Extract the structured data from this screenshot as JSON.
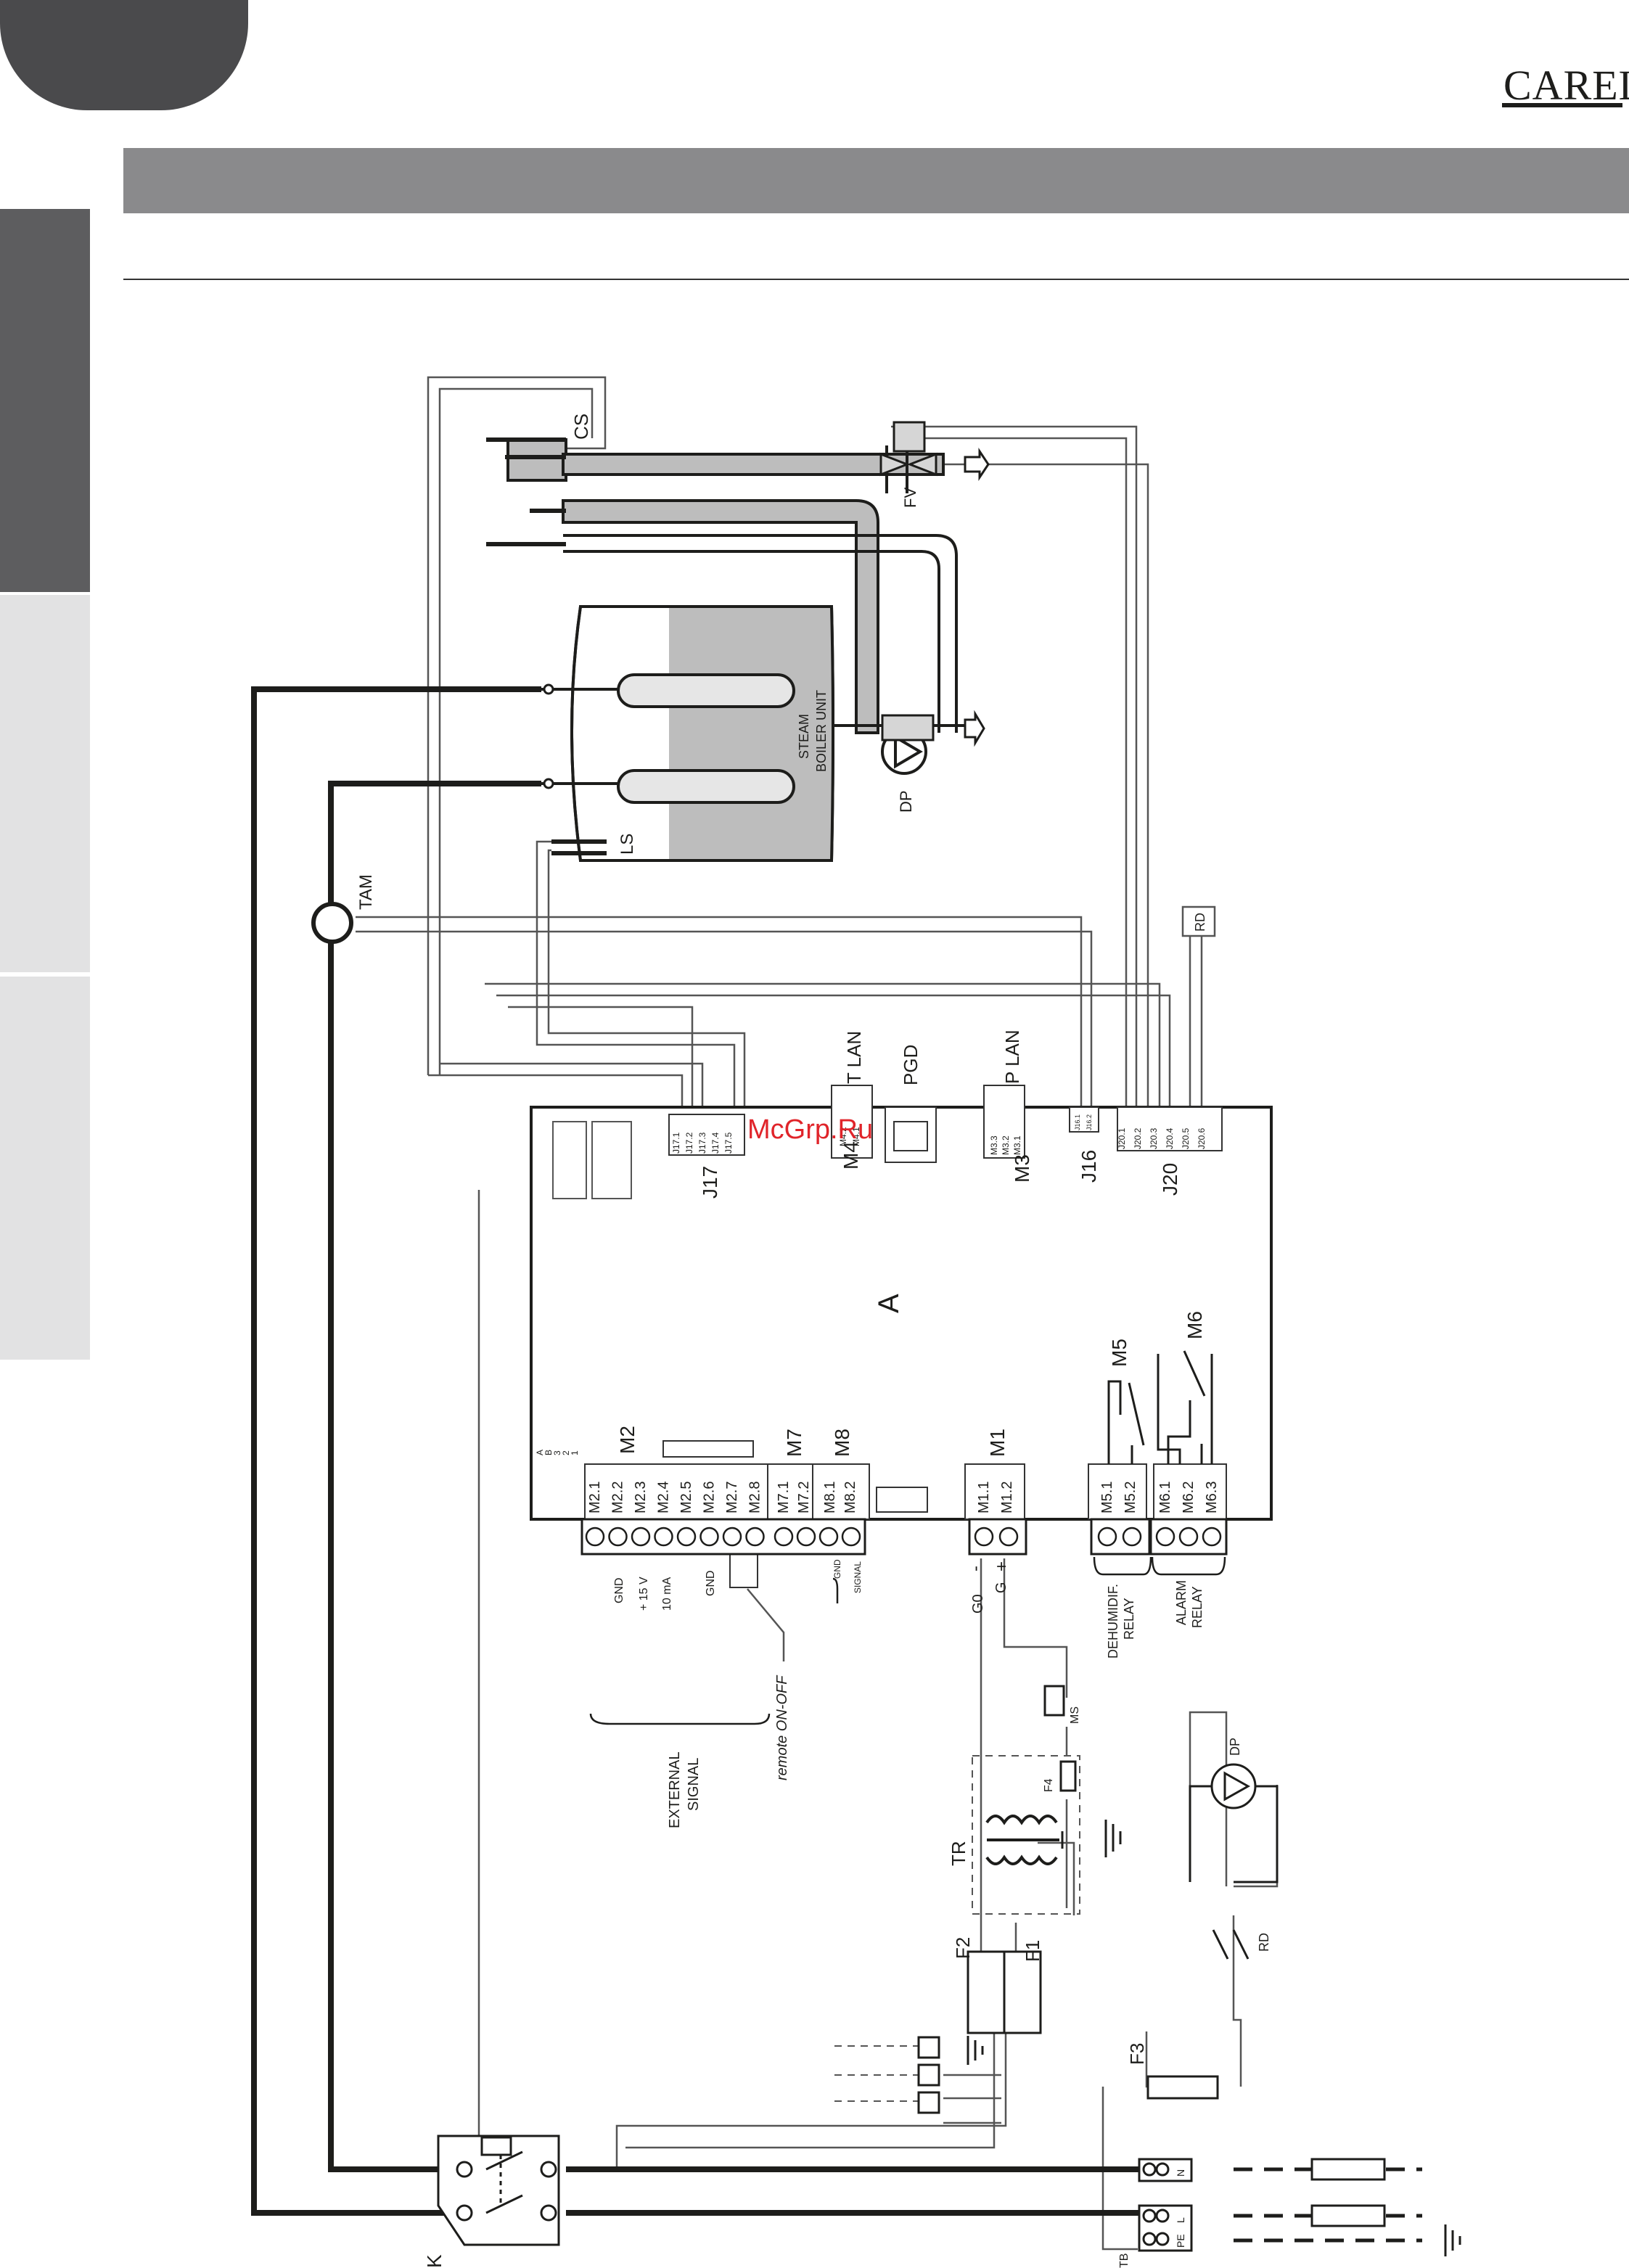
{
  "brand": "CAREL",
  "watermark": "McGrp.Ru",
  "labels": {
    "cs": "CS",
    "fv": "FV",
    "dp": "DP",
    "dp_pump": "DP",
    "steam": "STEAM",
    "boiler_unit": "BOILER UNIT",
    "ls": "LS",
    "tam": "TAM",
    "rd_box": "RD",
    "rd": "RD",
    "t_lan": "T LAN",
    "pgd": "PGD",
    "p_lan": "P LAN",
    "j17": "J17",
    "m4": "M4",
    "m3": "M3",
    "j16": "J16",
    "j20": "J20",
    "a": "A",
    "m5": "M5",
    "m6": "M6",
    "m2": "M2",
    "m7": "M7",
    "m8": "M8",
    "m1": "M1",
    "gnd1": "GND",
    "v15": "+ 15 V",
    "ma10": "10 mA",
    "gnd2": "GND",
    "gnd3": "GND",
    "signal": "SIGNAL",
    "g0": "G0",
    "g": "G",
    "minus": "-",
    "plus": "+",
    "dehumidif": "DEHUMIDIF.",
    "relay1": "RELAY",
    "alarm": "ALARM",
    "relay2": "RELAY",
    "external": "EXTERNAL",
    "signal2": "SIGNAL",
    "remote": "remote ON-OFF",
    "ms": "MS",
    "f4": "F4",
    "tr": "TR",
    "f2": "F2",
    "f1": "F1",
    "f3": "F3",
    "k": "K",
    "tb": "TB",
    "n": "N",
    "l": "L",
    "pe": "PE"
  },
  "terminals_m2": [
    "M2.1",
    "M2.2",
    "M2.3",
    "M2.4",
    "M2.5",
    "M2.6",
    "M2.7",
    "M2.8"
  ],
  "terminals_m7": [
    "M7.1",
    "M7.2"
  ],
  "terminals_m8": [
    "M8.1",
    "M8.2"
  ],
  "terminals_m1": [
    "M1.1",
    "M1.2"
  ],
  "terminals_m5": [
    "M5.1",
    "M5.2"
  ],
  "terminals_m6": [
    "M6.1",
    "M6.2",
    "M6.3"
  ],
  "terminals_j17": [
    "J17.1",
    "J17.2",
    "J17.3",
    "J17.4",
    "J17.5"
  ],
  "terminals_m4": [
    "M4.2",
    "M4.1"
  ],
  "terminals_m3": [
    "M3.3",
    "M3.2",
    "M3.1"
  ],
  "terminals_j16": [
    "J16.1",
    "J16.2"
  ],
  "terminals_j20": [
    "J20.1",
    "J20.2",
    "J20.3",
    "J20.4",
    "J20.5",
    "J20.6"
  ],
  "jumper_rows": [
    "A",
    "B",
    "3",
    "2",
    "1"
  ]
}
